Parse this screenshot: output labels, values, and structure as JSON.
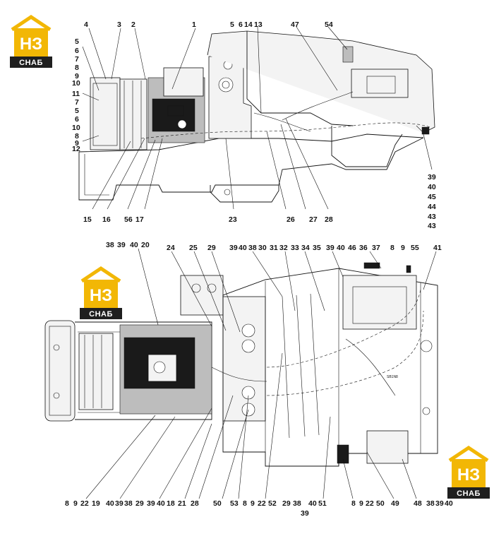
{
  "logo": {
    "mark": "НЗ",
    "wordmark": "СНАБ",
    "brand_color": "#f2b705"
  },
  "top_view": {
    "callouts": [
      {
        "id": "4",
        "text": "4"
      },
      {
        "id": "3",
        "text": "3"
      },
      {
        "id": "2",
        "text": "2"
      },
      {
        "id": "1",
        "text": "1"
      },
      {
        "id": "5a",
        "text": "5"
      },
      {
        "id": "6a",
        "text": "6"
      },
      {
        "id": "7a",
        "text": "7"
      },
      {
        "id": "8a",
        "text": "8"
      },
      {
        "id": "9a",
        "text": "9"
      },
      {
        "id": "10a",
        "text": "10"
      },
      {
        "id": "11",
        "text": "11"
      },
      {
        "id": "7b",
        "text": "7"
      },
      {
        "id": "5b",
        "text": "5"
      },
      {
        "id": "6b",
        "text": "6"
      },
      {
        "id": "10b",
        "text": "10"
      },
      {
        "id": "8b",
        "text": "8"
      },
      {
        "id": "9b",
        "text": "9"
      },
      {
        "id": "12",
        "text": "12"
      },
      {
        "id": "5c",
        "text": "5"
      },
      {
        "id": "6c",
        "text": "6"
      },
      {
        "id": "14",
        "text": "14"
      },
      {
        "id": "13",
        "text": "13"
      },
      {
        "id": "47",
        "text": "47"
      },
      {
        "id": "54",
        "text": "54"
      },
      {
        "id": "39a",
        "text": "39"
      },
      {
        "id": "40a",
        "text": "40"
      },
      {
        "id": "45",
        "text": "45"
      },
      {
        "id": "44",
        "text": "44"
      },
      {
        "id": "43a",
        "text": "43"
      },
      {
        "id": "43b",
        "text": "43"
      },
      {
        "id": "15",
        "text": "15"
      },
      {
        "id": "16",
        "text": "16"
      },
      {
        "id": "56",
        "text": "56"
      },
      {
        "id": "17",
        "text": "17"
      },
      {
        "id": "23",
        "text": "23"
      },
      {
        "id": "26",
        "text": "26"
      },
      {
        "id": "27",
        "text": "27"
      },
      {
        "id": "28a",
        "text": "28"
      }
    ]
  },
  "bottom_view": {
    "top_labels": [
      "38",
      "39",
      "40",
      "20",
      "24",
      "25",
      "29",
      "39",
      "40",
      "38",
      "30",
      "31",
      "32",
      "33",
      "34",
      "35",
      "39",
      "40",
      "46",
      "36",
      "37",
      "8",
      "9",
      "55",
      "41"
    ],
    "bottom_labels": [
      "8",
      "9",
      "22",
      "19",
      "40",
      "39",
      "38",
      "29",
      "39",
      "40",
      "18",
      "21",
      "28",
      "50",
      "53",
      "8",
      "9",
      "22",
      "52",
      "29",
      "38",
      "40",
      "51",
      "8",
      "9",
      "22",
      "50",
      "49",
      "48",
      "38",
      "39",
      "40"
    ],
    "bottom_extra": "39",
    "plate_text": "SB1N8"
  }
}
